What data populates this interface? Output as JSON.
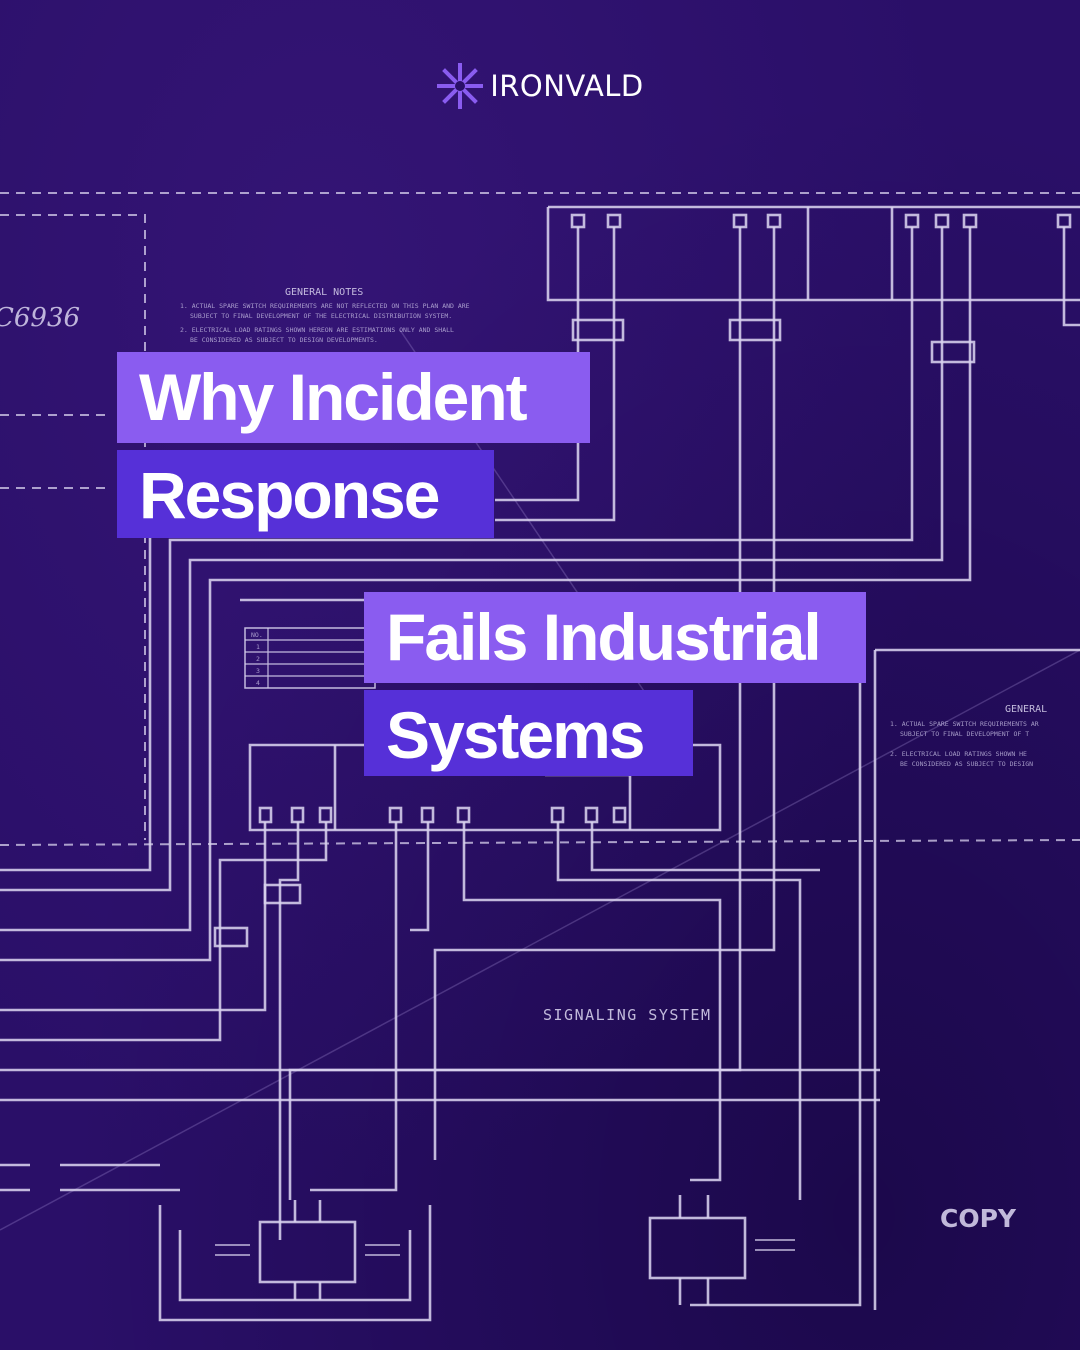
{
  "brand": {
    "name": "IRONVALD",
    "logo_icon": "asterisk-burst-icon",
    "logo_color": "#8a5cf0"
  },
  "headline": {
    "line1": "Why Incident",
    "line2": "Response",
    "line3": "Fails Industrial",
    "line4": "Systems"
  },
  "blueprint": {
    "notes_title": "GENERAL  NOTES",
    "note_1a": "1. ACTUAL SPARE SWITCH REQUIREMENTS ARE NOT REFLECTED ON THIS PLAN AND ARE",
    "note_1b": "SUBJECT TO FINAL DEVELOPMENT OF THE ELECTRICAL DISTRIBUTION SYSTEM.",
    "note_2a": "2. ELECTRICAL LOAD RATINGS SHOWN HEREON ARE ESTIMATIONS ONLY AND SHALL",
    "note_2b": "BE CONSIDERED AS SUBJECT TO DESIGN DEVELOPMENTS.",
    "notes_title_right": "GENERAL",
    "note_right_1a": "1. ACTUAL SPARE SWITCH REQUIREMENTS AR",
    "note_right_1b": "SUBJECT TO FINAL DEVELOPMENT OF T",
    "note_right_2a": "2. ELECTRICAL LOAD RATINGS SHOWN HE",
    "note_right_2b": "BE CONSIDERED AS SUBJECT TO DESIGN",
    "drawing_number": "C6936",
    "signaling_label": "SIGNALING SYSTEM",
    "copy_stamp": "COPY",
    "table_header": "NO.",
    "table_rows": [
      "1",
      "2",
      "3",
      "4"
    ]
  },
  "colors": {
    "background": "#2a0f68",
    "highlight_light": "#8a5cf0",
    "highlight_dark": "#5630d8",
    "line": "#d8d2ee",
    "text": "#ffffff"
  }
}
